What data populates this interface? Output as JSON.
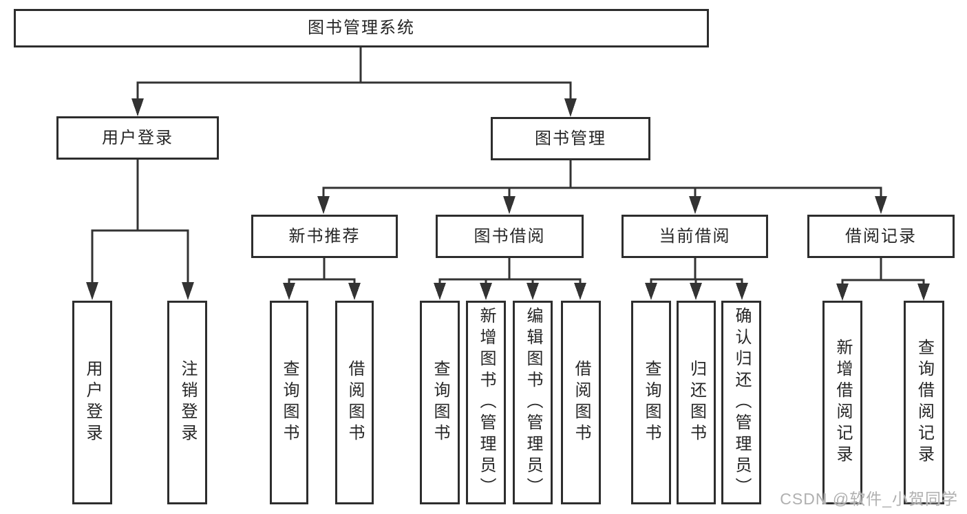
{
  "tree": {
    "label": "图书管理系统",
    "children": [
      {
        "label": "用户登录",
        "children": [
          {
            "label": "用户登录"
          },
          {
            "label": "注销登录"
          }
        ]
      },
      {
        "label": "图书管理",
        "children": [
          {
            "label": "新书推荐",
            "children": [
              {
                "label": "查询图书"
              },
              {
                "label": "借阅图书"
              }
            ]
          },
          {
            "label": "图书借阅",
            "children": [
              {
                "label": "查询图书"
              },
              {
                "label": "新增图书（管理员）"
              },
              {
                "label": "编辑图书（管理员）"
              },
              {
                "label": "借阅图书"
              }
            ]
          },
          {
            "label": "当前借阅",
            "children": [
              {
                "label": "查询图书"
              },
              {
                "label": "归还图书"
              },
              {
                "label": "确认归还（管理员）"
              }
            ]
          },
          {
            "label": "借阅记录",
            "children": [
              {
                "label": "新增借阅记录"
              },
              {
                "label": "查询借阅记录"
              }
            ]
          }
        ]
      }
    ]
  },
  "watermark": {
    "text": "CSDN @软件_小贺同学"
  },
  "colors": {
    "background": "#ffffff",
    "box_border": "#2d2d2d",
    "line": "#333333",
    "text": "#262626",
    "watermark": "#b0b0b0"
  }
}
